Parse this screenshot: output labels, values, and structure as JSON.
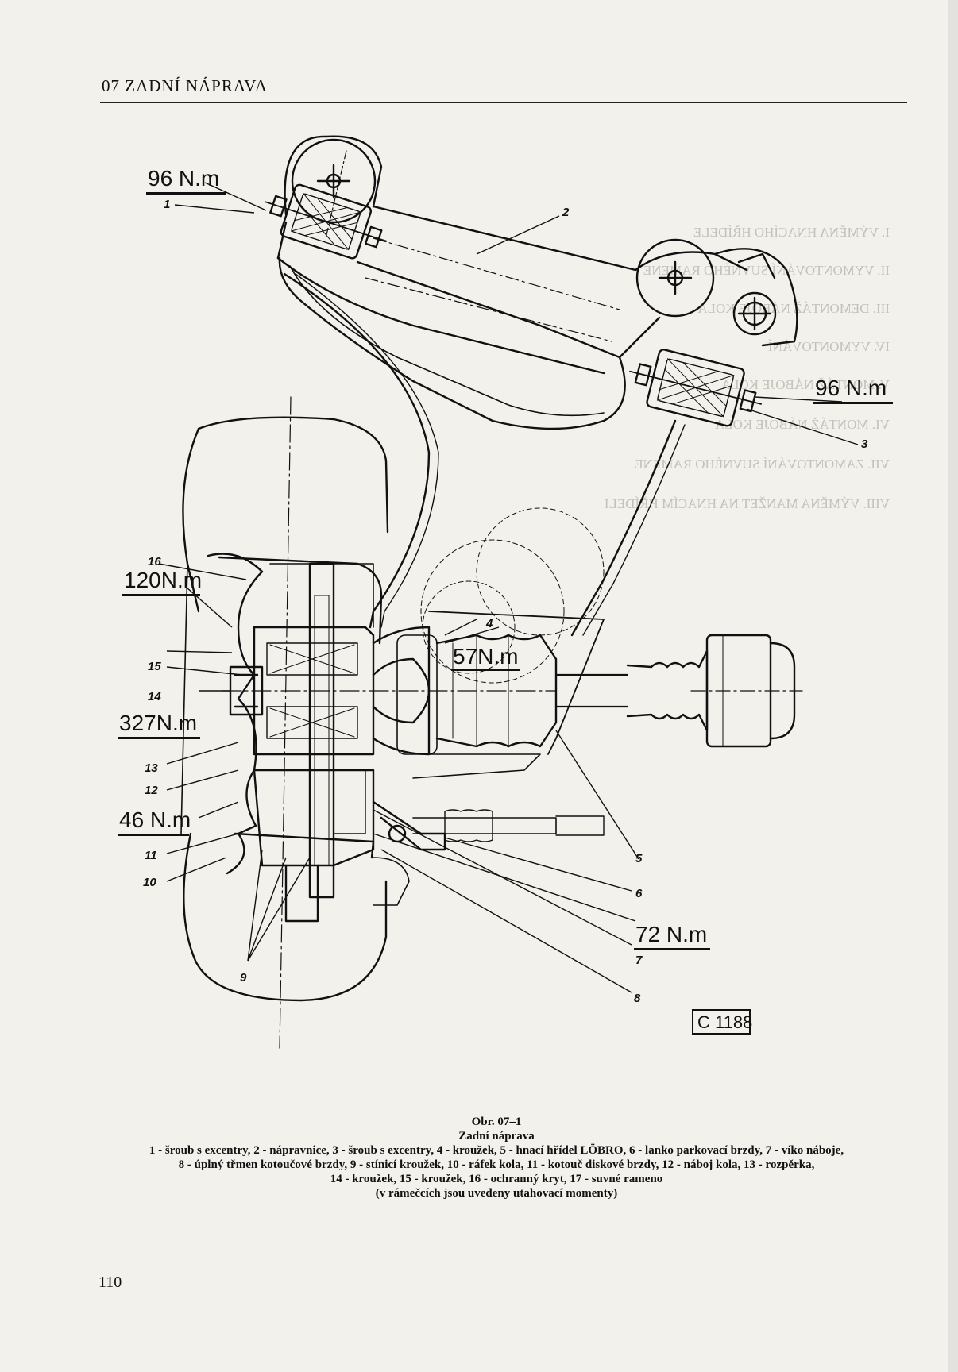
{
  "header": {
    "title": "07  ZADNÍ NÁPRAVA"
  },
  "page_number": "110",
  "figure": {
    "code": "C 1188",
    "torques": {
      "t96a": "96 N.m",
      "t96b": "96 N.m",
      "t120": "120N.m",
      "t57": "57N.m",
      "t327": "327N.m",
      "t46": "46 N.m",
      "t72": "72 N.m"
    },
    "callouts": {
      "n1": "1",
      "n2": "2",
      "n3": "3",
      "n4": "4",
      "n5": "5",
      "n6": "6",
      "n7": "7",
      "n8": "8",
      "n9": "9",
      "n10": "10",
      "n11": "11",
      "n12": "12",
      "n13": "13",
      "n14": "14",
      "n15": "15",
      "n16": "16"
    },
    "ghost_lines": [
      "I. VÝMĚNA HNACÍHO HŘÍDELE",
      "II. VYMONTOVÁNÍ SUVNÉHO RAMENE",
      "III. DEMONTÁŽ NÁBOJE KOLA",
      "IV. VYMONTOVÁNÍ",
      "V. MONTÁŽ NÁBOJE KOLA",
      "VI. MONTÁŽ NÁBOJE KOLA",
      "VII. ZAMONTOVÁNÍ SUVNÉHO RAMENE",
      "VIII. VÝMĚNA MANŽET NA HNACÍM HŘÍDELI"
    ]
  },
  "caption": {
    "title": "Obr. 07–1",
    "subtitle": "Zadní náprava",
    "line1": "1 - šroub s excentry, 2 - nápravnice, 3 - šroub s excentry, 4 - kroužek, 5 - hnací hřídel LÖBRO, 6 - lanko parkovací brzdy, 7 - víko náboje,",
    "line2": "8 - úplný třmen kotoučové brzdy, 9 - stínicí kroužek, 10 - ráfek kola, 11 - kotouč diskové brzdy, 12 - náboj kola, 13 - rozpěrka,",
    "line3": "14 - kroužek, 15 - kroužek, 16 - ochranný kryt, 17 - suvné rameno",
    "note": "(v rámečcích jsou uvedeny utahovací momenty)"
  }
}
